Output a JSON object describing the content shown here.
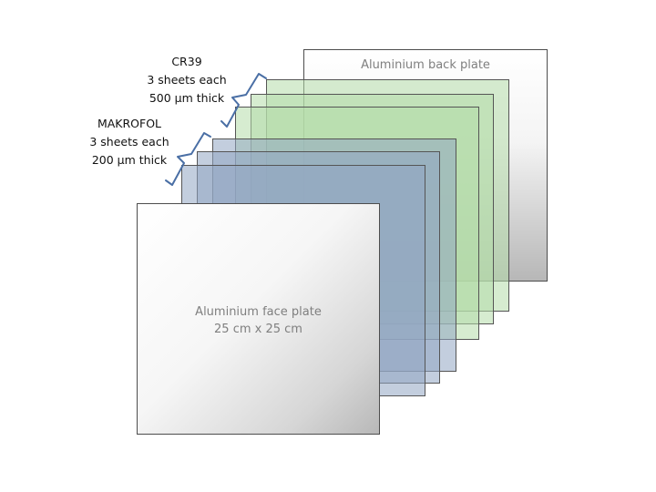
{
  "back_plate": {
    "label": "Aluminium back plate"
  },
  "face_plate": {
    "label_line1": "Aluminium face plate",
    "label_line2": "25 cm  x 25 cm"
  },
  "cr39": {
    "line1": "CR39",
    "line2": "3 sheets each",
    "line3": "500 µm thick"
  },
  "makrofol": {
    "line1": "MAKROFOL",
    "line2": "3 sheets each",
    "line3": "200 µm thick"
  },
  "colors": {
    "cr39_sheet": "#b4dcaa",
    "makrofol_sheet": "#91a5c3",
    "brace": "#4a6fa5"
  }
}
